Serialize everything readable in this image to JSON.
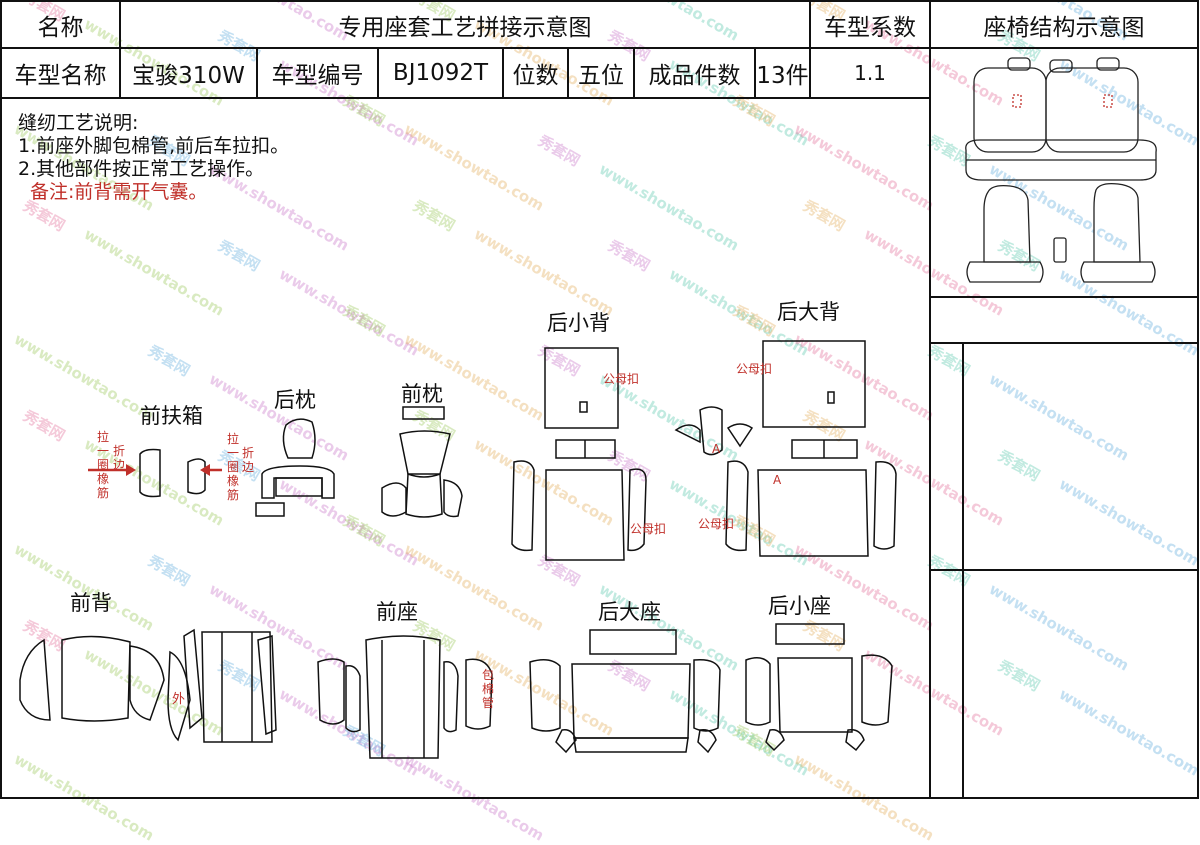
{
  "header": {
    "name_label": "名称",
    "title": "专用座套工艺拼接示意图",
    "coefficient_label": "车型系数",
    "structure_label": "座椅结构示意图"
  },
  "info_row": {
    "model_name_label": "车型名称",
    "model_name": "宝骏310W",
    "model_code_label": "车型编号",
    "model_code": "BJ1092T",
    "seats_label": "位数",
    "seats": "五位",
    "pieces_label": "成品件数",
    "pieces": "13件",
    "coefficient": "1.1"
  },
  "instructions": {
    "heading": "缝纫工艺说明:",
    "line1": "1.前座外脚包棉管,前后车拉扣。",
    "line2": "2.其他部件按正常工艺操作。",
    "remark": "备注:前背需开气囊。"
  },
  "parts": {
    "front_armrest": "前扶箱",
    "rear_headrest": "后枕",
    "front_headrest": "前枕",
    "rear_small_back": "后小背",
    "rear_big_back": "后大背",
    "front_back": "前背",
    "front_seat": "前座",
    "rear_big_seat": "后大座",
    "rear_small_seat": "后小座"
  },
  "annotations": {
    "pull_left": "拉一圈橡筋",
    "fold_left": "折边",
    "pull_right": "拉一圈橡筋",
    "fold_right": "折边",
    "snap_1": "公母扣",
    "snap_2": "公母扣",
    "snap_3": "公母扣",
    "snap_4": "公母扣",
    "mark_a1": "A",
    "mark_a2": "A",
    "outer": "外",
    "wrap_tube": "包棉管"
  },
  "watermark": {
    "cn": "秀套网",
    "url": "www.showtao.com"
  },
  "colors": {
    "line": "#111111",
    "accent": "#c0302a"
  }
}
